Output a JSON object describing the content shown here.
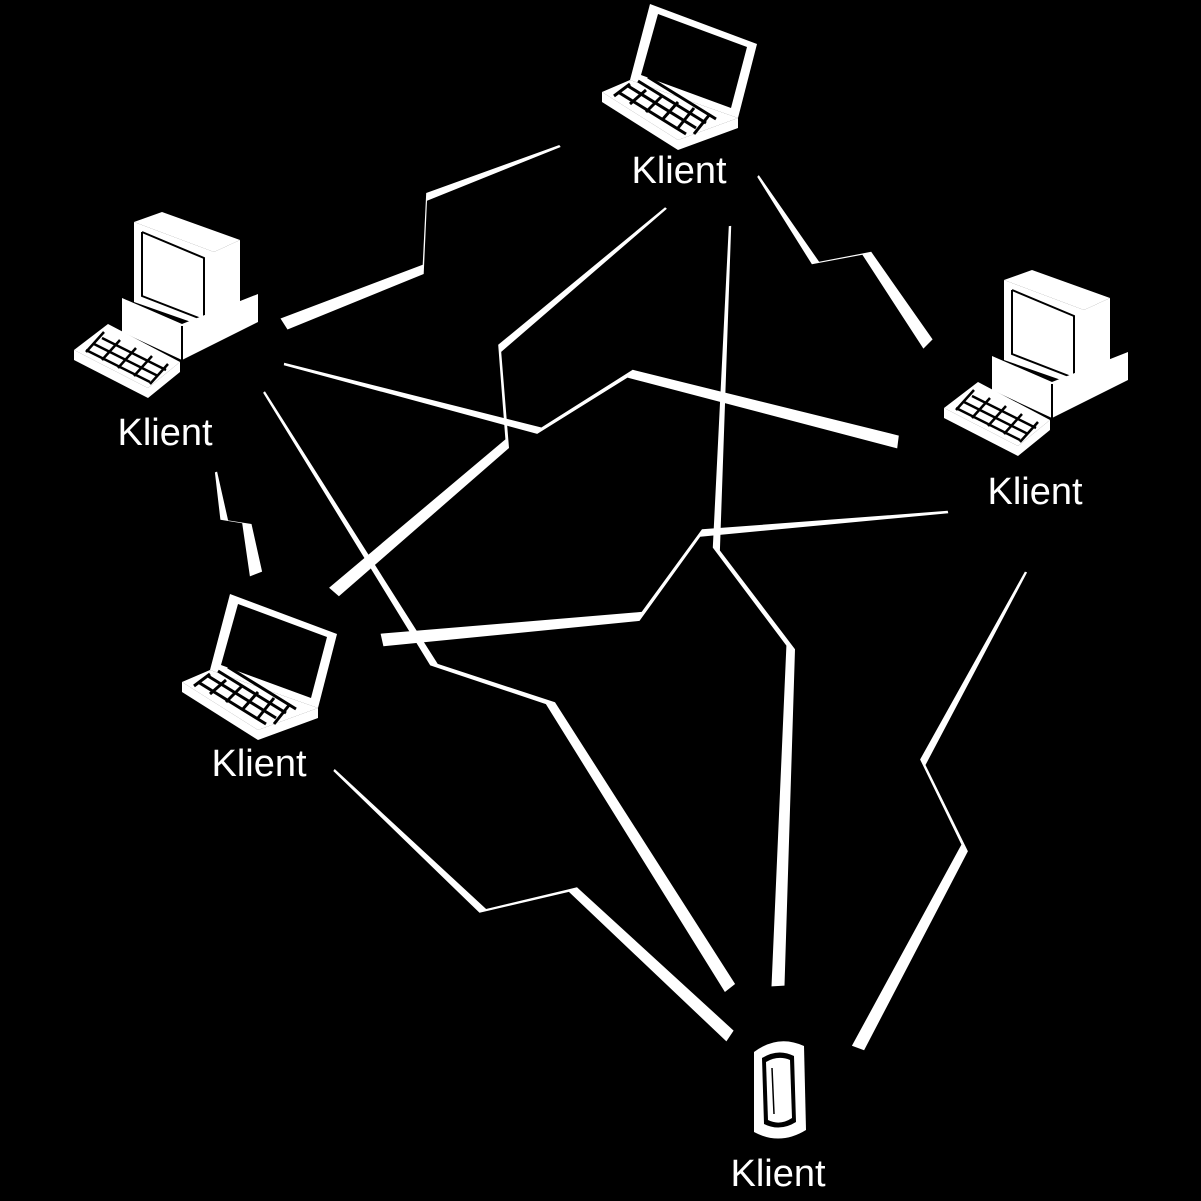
{
  "nodes": [
    {
      "id": "laptop-top",
      "device": "laptop-icon",
      "label": "Klient"
    },
    {
      "id": "desktop-left",
      "device": "desktop-icon",
      "label": "Klient"
    },
    {
      "id": "desktop-right",
      "device": "desktop-icon",
      "label": "Klient"
    },
    {
      "id": "laptop-left",
      "device": "laptop-icon",
      "label": "Klient"
    },
    {
      "id": "handheld-bottom",
      "device": "handheld-icon",
      "label": "Klient"
    }
  ],
  "links": [
    [
      "laptop-top",
      "desktop-left"
    ],
    [
      "laptop-top",
      "desktop-right"
    ],
    [
      "laptop-top",
      "laptop-left"
    ],
    [
      "laptop-top",
      "handheld-bottom"
    ],
    [
      "desktop-left",
      "desktop-right"
    ],
    [
      "desktop-left",
      "laptop-left"
    ],
    [
      "desktop-left",
      "handheld-bottom"
    ],
    [
      "desktop-right",
      "laptop-left"
    ],
    [
      "desktop-right",
      "handheld-bottom"
    ],
    [
      "laptop-left",
      "handheld-bottom"
    ]
  ],
  "link_style": "wireless-zigzag",
  "colors": {
    "background": "#000000",
    "foreground": "#ffffff"
  }
}
